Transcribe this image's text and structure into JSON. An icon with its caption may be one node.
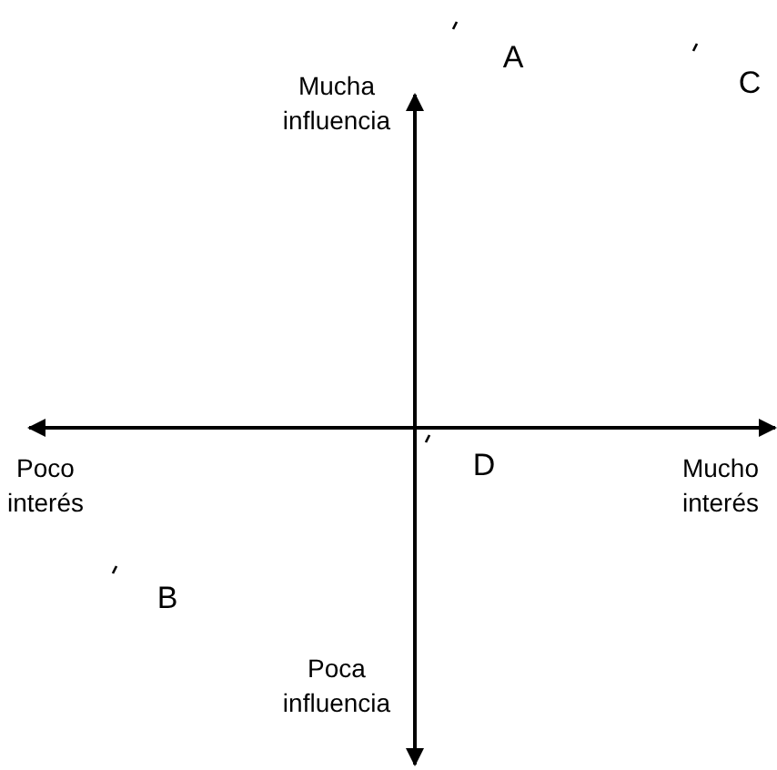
{
  "diagram": {
    "labels": [
      "Mucha influencia",
      "A",
      "C",
      "Poco interés",
      "D",
      "Mucho interés",
      "B",
      "Poca influencia"
    ]
  }
}
